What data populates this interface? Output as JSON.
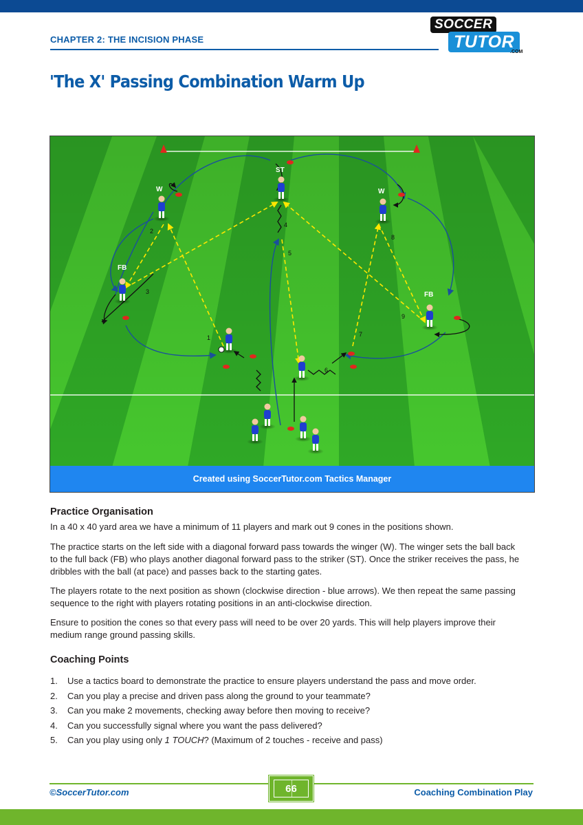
{
  "header": {
    "chapter": "CHAPTER 2: THE INCISION PHASE",
    "logo_top": "SOCCER",
    "logo_bottom": "TUTOR",
    "logo_suffix": ".COM"
  },
  "title": "'The X' Passing Combination Warm Up",
  "diagram": {
    "banner": "Created using SoccerTutor.com Tactics Manager",
    "labels": {
      "st": "ST",
      "w_left": "W",
      "w_right": "W",
      "fb_left": "FB",
      "fb_right": "FB"
    },
    "numbers": [
      "1",
      "2",
      "3",
      "4",
      "5",
      "6",
      "7",
      "8",
      "9"
    ],
    "colors": {
      "grass_light": "#46c72e",
      "grass_dark": "#2fa826",
      "pass": "#ffe600",
      "movement": "#1a4f9c",
      "dribble": "#111111",
      "cone": "#e0281e",
      "player": "#1f3fd0",
      "banner": "#1f86f0"
    }
  },
  "practice": {
    "heading": "Practice Organisation",
    "p1": "In a 40 x 40 yard area we have a minimum of 11 players and mark out 9 cones in the positions shown.",
    "p2_lines": [
      "The practice starts on the left side with a diagonal forward pass towards the winger (W). The winger sets the ball back",
      "to the full back (FB) who plays another diagonal forward pass to the striker (ST). Once the striker receives the pass, he",
      "dribbles with the ball (at pace) and passes back to the starting gates."
    ],
    "p3_lines": [
      "The players rotate to the next position as shown (clockwise direction - blue arrows). We then repeat the same passing",
      "sequence to the right with players rotating positions in an anti-clockwise direction."
    ],
    "p4_lines": [
      "Ensure to position the cones so that every pass will need to be over 20 yards. This will help players improve their",
      "medium range ground passing skills."
    ]
  },
  "coaching": {
    "heading": "Coaching Points",
    "items": [
      {
        "num": "1.",
        "text": "Use a tactics board to demonstrate the practice to ensure players understand the pass and move order."
      },
      {
        "num": "2.",
        "text": "Can you play a precise and driven pass along the ground to your teammate?"
      },
      {
        "num": "3.",
        "text": "Can you make 2 movements, checking away before then moving to receive?"
      },
      {
        "num": "4.",
        "text": "Can you successfully signal where you want the pass delivered?"
      },
      {
        "num": "5.",
        "text_before": "Can you play using only ",
        "text_italic": "1 TOUCH",
        "text_after": "? (Maximum of 2 touches - receive and pass)"
      }
    ]
  },
  "footer": {
    "left": "©SoccerTutor.com",
    "page": "66",
    "right": "Coaching Combination Play"
  }
}
